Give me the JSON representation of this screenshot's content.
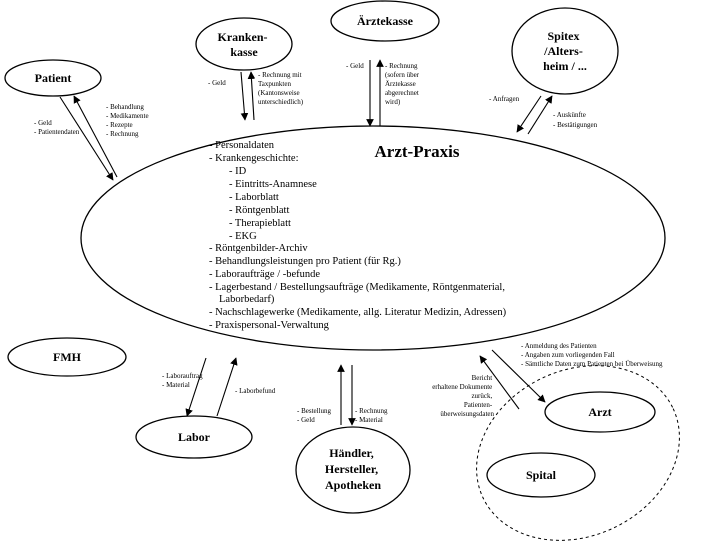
{
  "center": {
    "title": "Arzt-Praxis",
    "items": [
      "- Personaldaten",
      "- Krankengeschichte:",
      "- ID",
      "- Eintritts-Anamnese",
      "- Laborblatt",
      "- Röntgenblatt",
      "- Therapieblatt",
      "- EKG",
      "- Röntgenbilder-Archiv",
      "- Behandlungsleistungen pro Patient (für Rg.)",
      "- Laboraufträge / -befunde",
      "- Lagerbestand / Bestellungsaufträge (Medikamente, Röntgenmaterial,",
      "Laborbedarf)",
      "- Nachschlagewerke (Medikamente, allg. Literatur Medizin, Adressen)",
      "- Praxispersonal-Verwaltung"
    ]
  },
  "nodes": {
    "patient": "Patient",
    "krankenkasse": [
      "Kranken-",
      "kasse"
    ],
    "aerztekasse": "Ärztekasse",
    "spitex": [
      "Spitex",
      "/Alters-",
      "heim / ..."
    ],
    "fmh": "FMH",
    "labor": "Labor",
    "haendler": [
      "Händler,",
      "Hersteller,",
      "Apotheken"
    ],
    "arzt": "Arzt",
    "spital": "Spital"
  },
  "labels": {
    "patient_in": [
      "- Geld",
      "- Patientendaten"
    ],
    "patient_out": [
      "- Behandlung",
      "- Medikamente",
      "- Rezepte",
      "- Rechnung"
    ],
    "kk_in": [
      "- Geld"
    ],
    "kk_out": [
      "- Rechnung mit",
      "Taxpunkten",
      "(Kantonsweise",
      "unterschiedlich)"
    ],
    "ak_in": [
      "- Geld"
    ],
    "ak_out": [
      "- Rechnung",
      "(sofern über",
      "Ärztekasse",
      "abgerechnet",
      "wird)"
    ],
    "spitex_in": [
      "- Anfragen"
    ],
    "spitex_out": [
      "- Auskünfte",
      "- Bestätigungen"
    ],
    "labor_in": [
      "- Laborauftrag",
      "- Material"
    ],
    "labor_out": [
      "- Laborbefund"
    ],
    "haendler_in": [
      "- Bestellung",
      "- Geld"
    ],
    "haendler_out": [
      "- Rechnung",
      "- Material"
    ],
    "spital_in": [
      "Bericht",
      "erhaltene Dokumente",
      "zurück,",
      "Patienten-",
      "überweisungsdaten"
    ],
    "spital_out": [
      "- Anmeldung des Patienten",
      "- Angaben zum vorliegenden Fall",
      "- Sämtliche Daten zum Patienten bei Überweisung"
    ]
  }
}
